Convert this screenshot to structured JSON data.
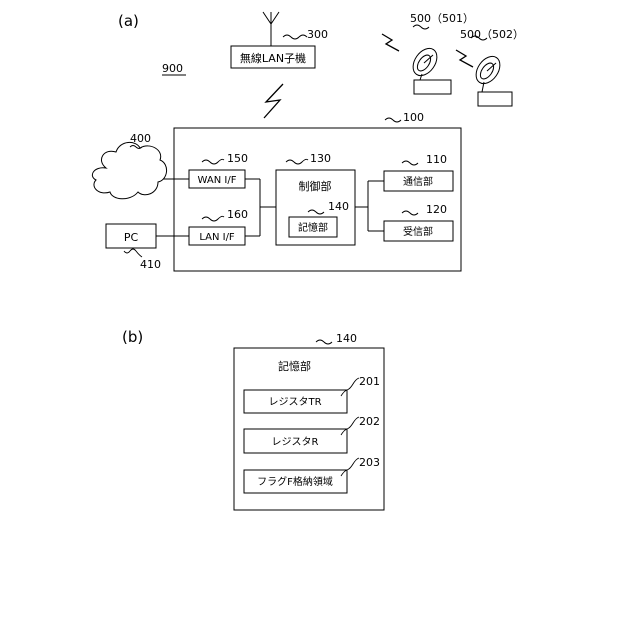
{
  "part_a": {
    "caption": "(a)",
    "system_ref": "900",
    "client": {
      "label": "無線LAN子機",
      "ref": "300"
    },
    "satellites": [
      {
        "ref": "500（501）"
      },
      {
        "ref": "500（502）"
      }
    ],
    "device": {
      "ref": "100"
    },
    "network_ref": "400",
    "pc": {
      "label": "PC",
      "ref": "410"
    },
    "wan_if": {
      "label": "WAN I/F",
      "ref": "150"
    },
    "lan_if": {
      "label": "LAN I/F",
      "ref": "160"
    },
    "control": {
      "label": "制御部",
      "ref": "130"
    },
    "storage": {
      "label": "記憶部",
      "ref": "140"
    },
    "comm": {
      "label": "通信部",
      "ref": "110"
    },
    "receiver": {
      "label": "受信部",
      "ref": "120"
    }
  },
  "part_b": {
    "caption": "(b)",
    "storage": {
      "title": "記憶部",
      "ref": "140"
    },
    "entries": [
      {
        "label": "レジスタTR",
        "ref": "201"
      },
      {
        "label": "レジスタR",
        "ref": "202"
      },
      {
        "label": "フラグF格納領域",
        "ref": "203"
      }
    ]
  }
}
